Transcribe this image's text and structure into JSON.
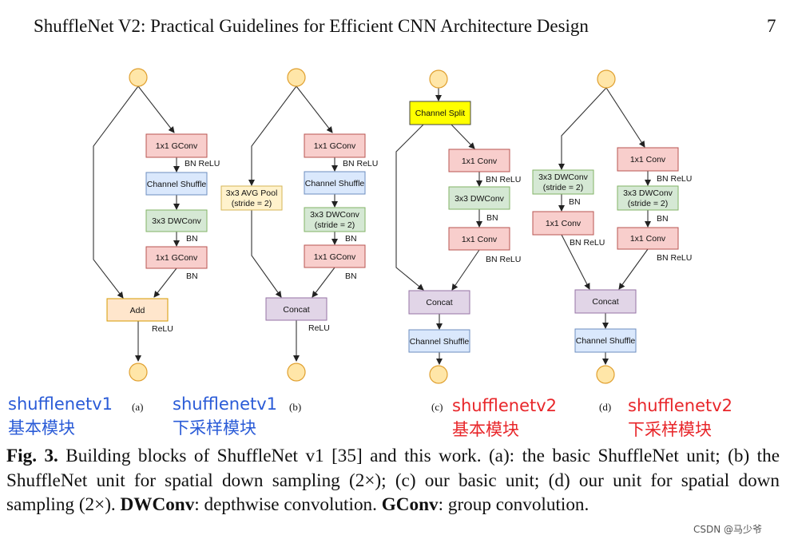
{
  "header": {
    "title": "ShuffleNet V2: Practical Guidelines for Efficient CNN Architecture Design",
    "page_number": "7"
  },
  "figure": {
    "a": {
      "gconv1": "1x1 GConv",
      "bn_relu": "BN ReLU",
      "shuffle": "Channel Shuffle",
      "dwconv": "3x3 DWConv",
      "bn1": "BN",
      "gconv2": "1x1 GConv",
      "bn2": "BN",
      "add": "Add",
      "relu": "ReLU",
      "sub": "(a)"
    },
    "b": {
      "gconv1": "1x1 GConv",
      "bn_relu": "BN ReLU",
      "shuffle": "Channel Shuffle",
      "dwconv_l1": "3x3 DWConv",
      "dwconv_l2": "(stride = 2)",
      "bn1": "BN",
      "gconv2": "1x1 GConv",
      "bn2": "BN",
      "pool_l1": "3x3 AVG Pool",
      "pool_l2": "(stride = 2)",
      "concat": "Concat",
      "relu": "ReLU",
      "sub": "(b)"
    },
    "c": {
      "split": "Channel Split",
      "conv1": "1x1 Conv",
      "bn_relu1": "BN ReLU",
      "dwconv": "3x3 DWConv",
      "bn": "BN",
      "conv2": "1x1 Conv",
      "bn_relu2": "BN ReLU",
      "concat": "Concat",
      "shuffle": "Channel Shuffle",
      "sub": "(c)"
    },
    "d": {
      "left_dw_l1": "3x3 DWConv",
      "left_dw_l2": "(stride = 2)",
      "left_bn": "BN",
      "left_conv": "1x1 Conv",
      "left_bn_relu": "BN ReLU",
      "conv1": "1x1 Conv",
      "bn_relu1": "BN ReLU",
      "dwconv_l1": "3x3 DWConv",
      "dwconv_l2": "(stride = 2)",
      "bn": "BN",
      "conv2": "1x1 Conv",
      "bn_relu2": "BN ReLU",
      "concat": "Concat",
      "shuffle": "Channel Shuffle",
      "sub": "(d)"
    },
    "annotations": {
      "a_l1": "shufflenetv1",
      "a_l2": "基本模块",
      "b_l1": "shufflenetv1",
      "b_l2": "下采样模块",
      "c_l1": "shufflenetv2",
      "c_l2": "基本模块",
      "d_l1": "shufflenetv2",
      "d_l2": "下采样模块"
    },
    "colors": {
      "red_fill": "#f8cecc",
      "red_stroke": "#b85450",
      "blue_fill": "#dae8fc",
      "blue_stroke": "#6c8ebf",
      "green_fill": "#d5e8d4",
      "green_stroke": "#82b366",
      "orange_fill": "#ffe6cc",
      "orange_stroke": "#d79b00",
      "yellow_fill": "#fff2cc",
      "yellow_stroke": "#d6b656",
      "purple_fill": "#e1d5e7",
      "purple_stroke": "#9673a6",
      "split_fill": "#ffff00",
      "circle_fill": "#ffe6a8",
      "circle_stroke": "#e0a030",
      "anno_blue": "#2a5bd7",
      "anno_red": "#e8262a"
    }
  },
  "caption": {
    "label": "Fig. 3.",
    "p1": " Building blocks of ShuffleNet v1 [35] and this work. (a): the basic ShuffleNet unit; (b) the ShuffleNet unit for spatial down sampling (2×); (c) our basic unit; (d) our unit for spatial down sampling (2×). ",
    "dw_term": "DWConv",
    "dw_def": ": depthwise convolution. ",
    "g_term": "GConv",
    "g_def": ": group convolution."
  },
  "watermark": "CSDN @马少爷"
}
